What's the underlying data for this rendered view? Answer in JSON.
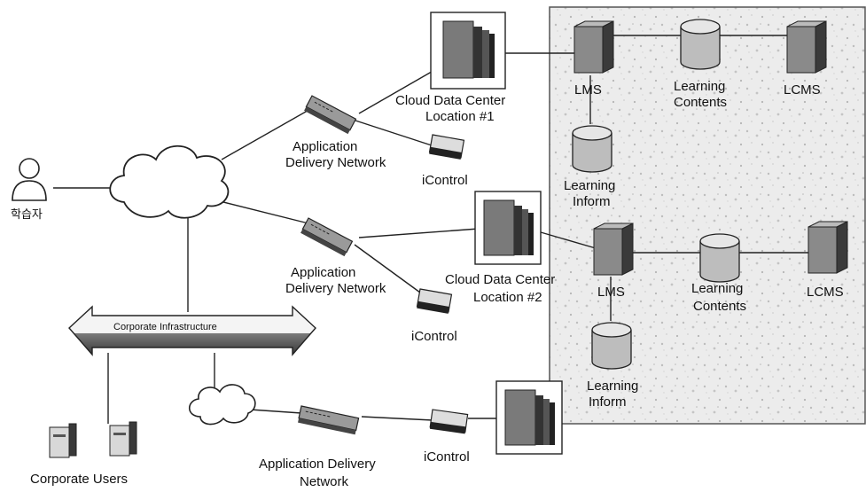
{
  "labels": {
    "learner": "학습자",
    "corporate_users": "Corporate Users",
    "corporate_infrastructure": "Corporate Infrastructure",
    "adn_1_line1": "Application",
    "adn_1_line2": "Delivery Network",
    "adn_2_line1": "Application",
    "adn_2_line2": "Delivery Network",
    "adn_3_line1": "Application Delivery",
    "adn_3_line2": "Network",
    "icontrol_1": "iControl",
    "icontrol_2": "iControl",
    "icontrol_3": "iControl",
    "dc1_line1": "Cloud Data Center",
    "dc1_line2": "Location #1",
    "dc2_line1": "Cloud Data Center",
    "dc2_line2": "Location #2",
    "lms_1": "LMS",
    "lms_2": "LMS",
    "learning_contents_1_line1": "Learning",
    "learning_contents_1_line2": "Contents",
    "learning_contents_2_line1": "Learning",
    "learning_contents_2_line2": "Contents",
    "lcms_1": "LCMS",
    "lcms_2": "LCMS",
    "learning_inform_1_line1": "Learning",
    "learning_inform_1_line2": "Inform",
    "learning_inform_2_line1": "Learning",
    "learning_inform_2_line2": "Inform"
  },
  "colors": {
    "cloud_region_fill": "#e9e9e9",
    "cloud_region_border": "#555555",
    "server_face": "#6b6b6b",
    "server_side": "#2f2f2f",
    "arrow_fill": "#8a8a8a"
  }
}
